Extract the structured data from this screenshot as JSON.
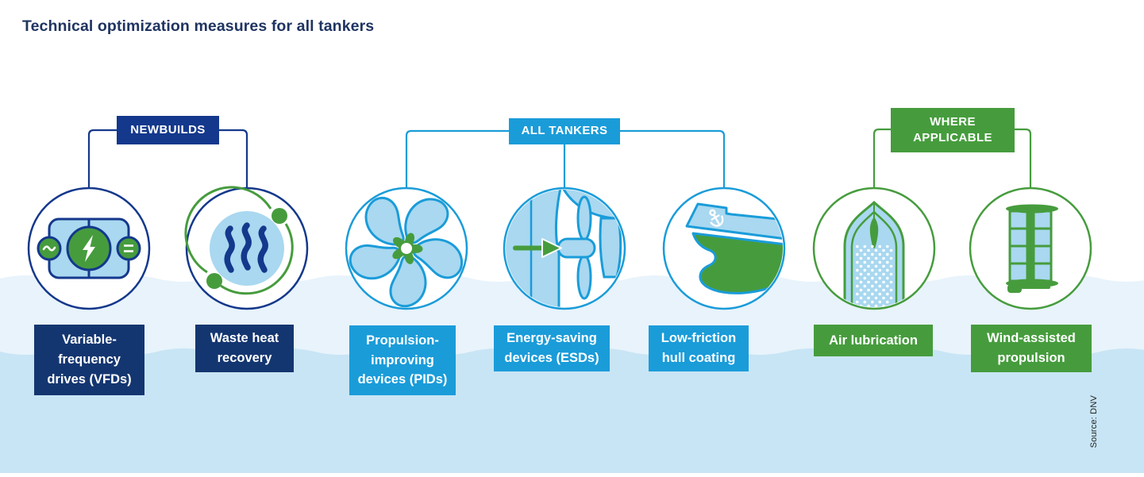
{
  "title": "Technical optimization measures for all tankers",
  "source_note": "Source: DNV",
  "groups": {
    "newbuilds": {
      "label": "NEWBUILDS",
      "color": "#14388c"
    },
    "all_tankers": {
      "label": "ALL TANKERS",
      "color": "#1a9cd9"
    },
    "where_applicable": {
      "label": "WHERE APPLICABLE",
      "color": "#469c3d"
    }
  },
  "measures": [
    {
      "label": "Variable-frequency drives (VFDs)",
      "group": "NEWBUILDS",
      "icon": "frequency-converter-icon"
    },
    {
      "label": "Waste heat recovery",
      "group": "NEWBUILDS",
      "icon": "heat-recovery-icon"
    },
    {
      "label": "Propulsion-improving devices (PIDs)",
      "group": "ALL TANKERS",
      "icon": "propeller-icon"
    },
    {
      "label": "Energy-saving devices (ESDs)",
      "group": "ALL TANKERS",
      "icon": "propeller-flow-icon"
    },
    {
      "label": "Low-friction hull coating",
      "group": "ALL TANKERS",
      "icon": "coated-hull-icon"
    },
    {
      "label": "Air lubrication",
      "group": "WHERE APPLICABLE",
      "icon": "air-bubble-hull-icon"
    },
    {
      "label": "Wind-assisted propulsion",
      "group": "WHERE APPLICABLE",
      "icon": "rotor-sail-icon"
    }
  ],
  "colors": {
    "navy_header": "#14388c",
    "navy_label": "#143670",
    "bright_blue": "#1a9cd9",
    "light_blue_fill": "#a9d8f0",
    "green": "#469c3d",
    "wave_upper_band": "#e8f3fb",
    "wave_lower_band": "#c8e5f5",
    "title_text": "#1f3461"
  }
}
